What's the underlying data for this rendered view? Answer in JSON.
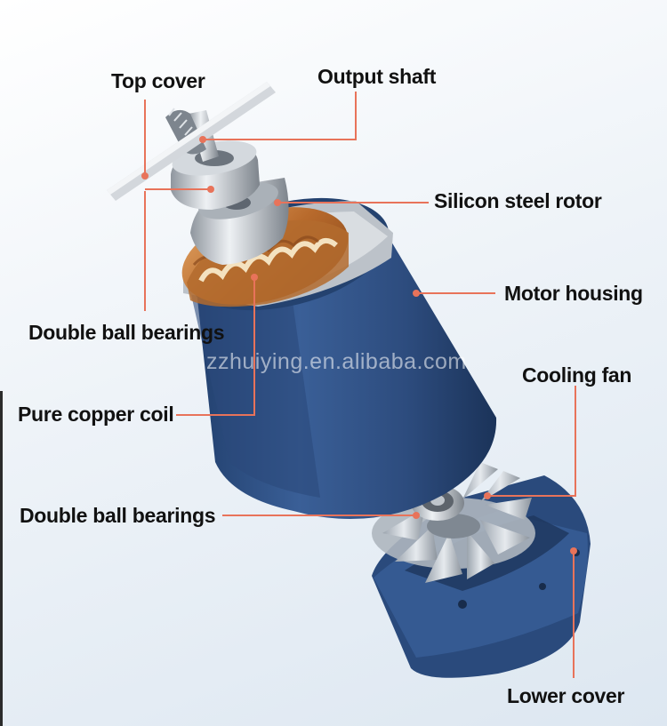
{
  "labels": {
    "top_cover": "Top cover",
    "output_shaft": "Output shaft",
    "silicon_steel_rotor": "Silicon steel rotor",
    "motor_housing": "Motor housing",
    "double_ball_bearings_upper": "Double ball bearings",
    "cooling_fan": "Cooling fan",
    "pure_copper_coil": "Pure copper coil",
    "double_ball_bearings_lower": "Double ball bearings",
    "lower_cover": "Lower cover"
  },
  "watermark": "zzhuiying.en.alibaba.com",
  "colors": {
    "leader_line": "#e8735a",
    "housing": "#2e4f82",
    "copper": "#c07a3a",
    "steel": "#c9ced4"
  }
}
